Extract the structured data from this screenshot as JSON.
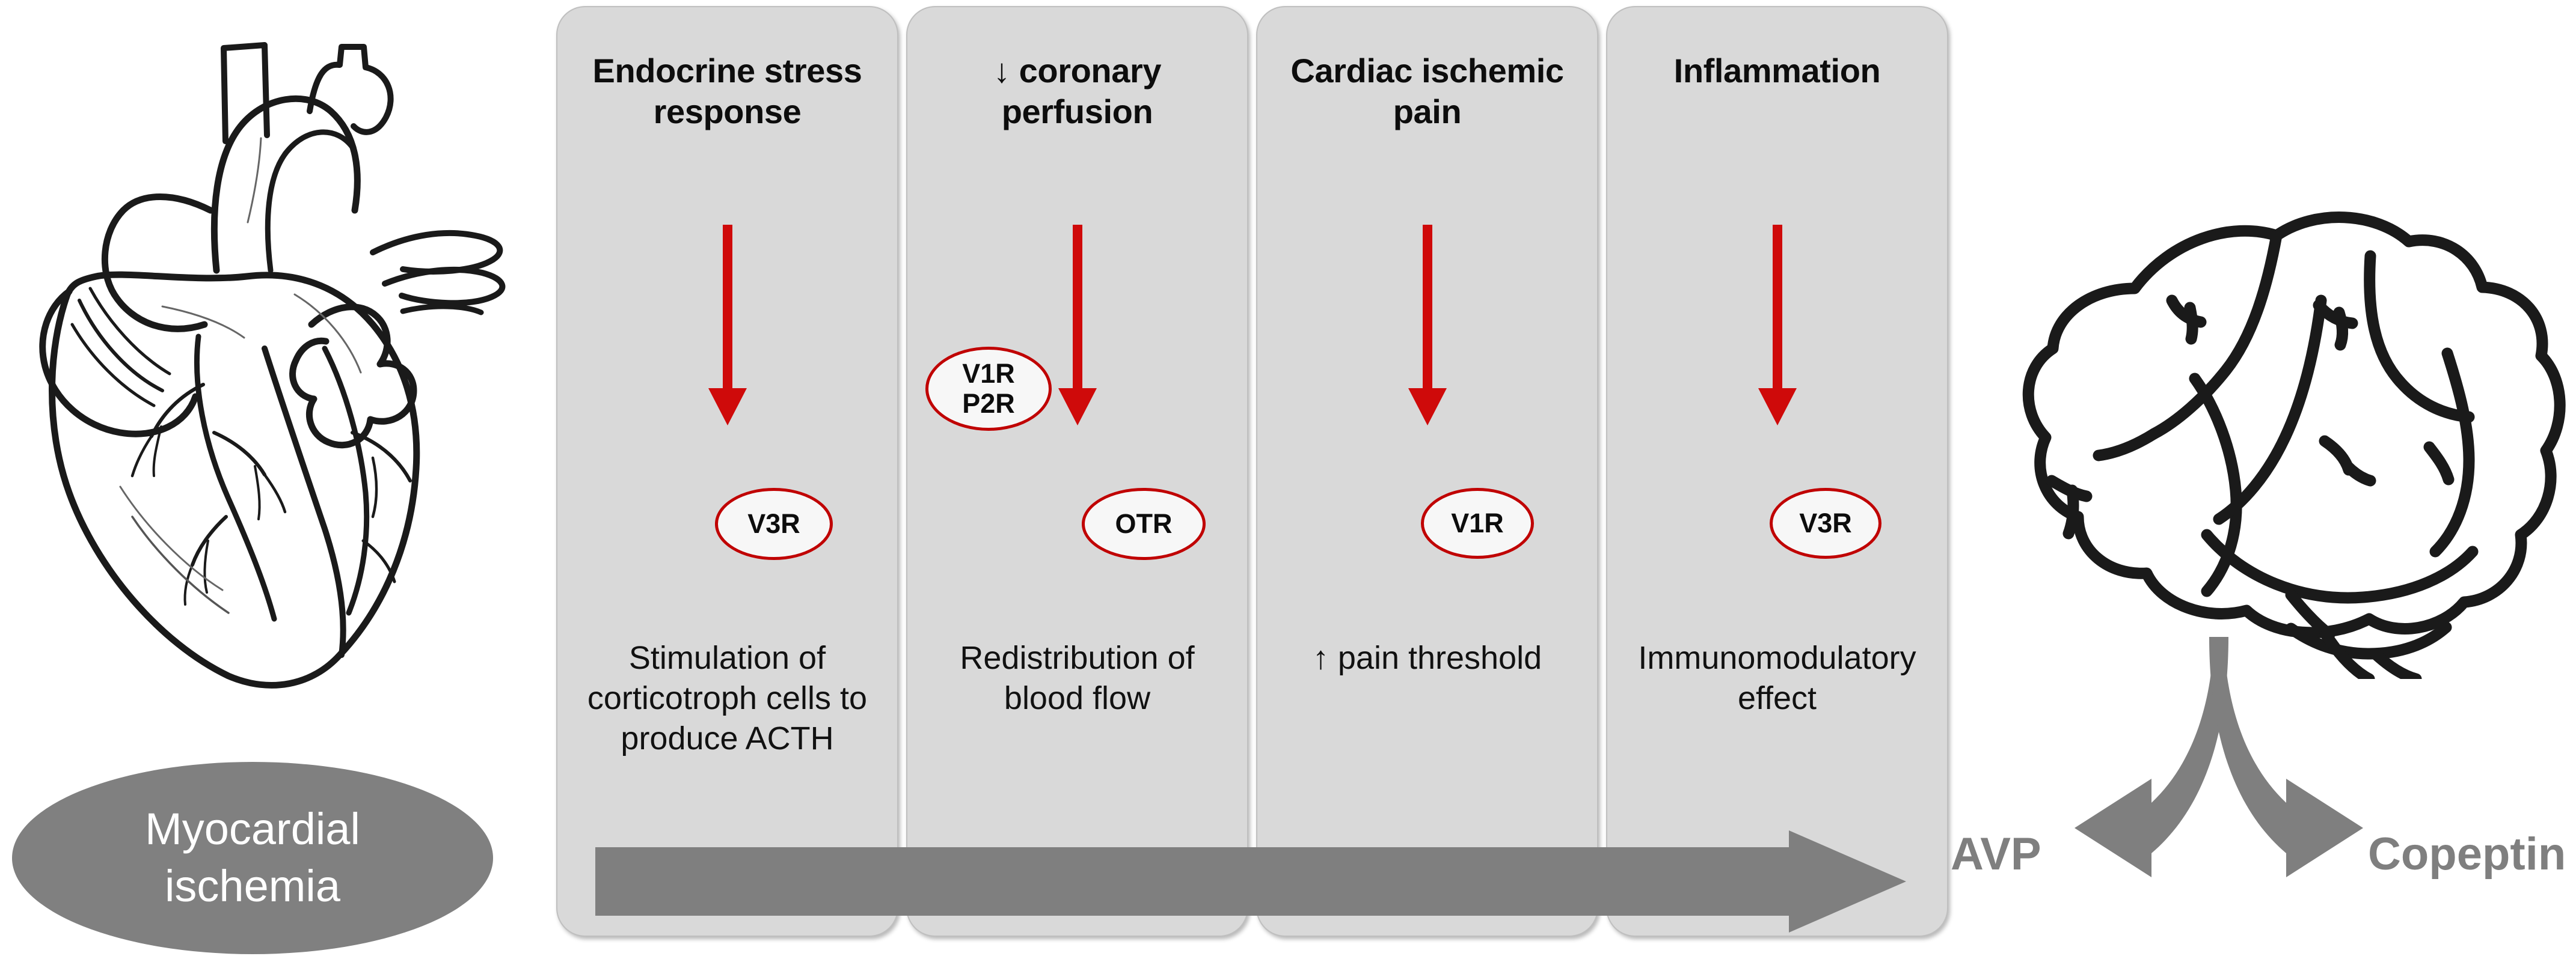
{
  "figure": {
    "left_illustration": "anatomical-heart-line-drawing",
    "right_illustration": "brain-line-drawing",
    "source_condition": "Myocardial ischemia",
    "process_arrow_direction": "left-to-right",
    "accent_red": "#cf0a0a",
    "receptor_outline_red": "#c00000",
    "panel_fill": "#d9d9d9",
    "grey_accent": "#7f7f7f"
  },
  "ischemia": {
    "line1": "Myocardial",
    "line2": "ischemia"
  },
  "panels": [
    {
      "title_line1": "Endocrine stress",
      "title_line2": "response",
      "receptors": [
        "V3R"
      ],
      "outcome_line1": "Stimulation of",
      "outcome_line2": "corticotroph cells to",
      "outcome_line3": "produce ACTH"
    },
    {
      "title_line1": "↓ coronary",
      "title_line2": "perfusion",
      "receptors": [
        "V1R",
        "P2R",
        "OTR"
      ],
      "outcome_line1": "Redistribution of",
      "outcome_line2": "blood flow",
      "outcome_line3": ""
    },
    {
      "title_line1": "Cardiac ischemic",
      "title_line2": "pain",
      "receptors": [
        "V1R"
      ],
      "outcome_line1": "↑ pain threshold",
      "outcome_line2": "",
      "outcome_line3": ""
    },
    {
      "title_line1": "Inflammation",
      "title_line2": "",
      "receptors": [
        "V3R"
      ],
      "outcome_line1": "Immunomodulatory",
      "outcome_line2": "effect",
      "outcome_line3": ""
    }
  ],
  "receptor_labels": {
    "p1_v3r": "V3R",
    "p2_v1r": "V1R",
    "p2_p2r": "P2R",
    "p2_otr": "OTR",
    "p3_v1r": "V1R",
    "p4_v3r": "V3R"
  },
  "outputs": {
    "left": "AVP",
    "right": "Copeptin"
  }
}
